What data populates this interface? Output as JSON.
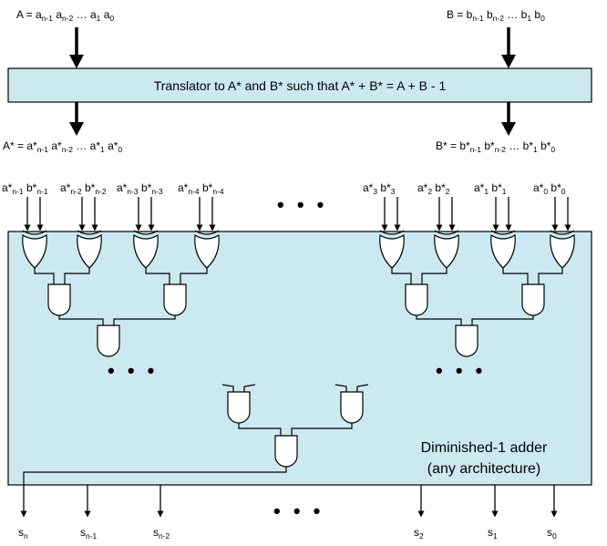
{
  "inputs": {
    "a": {
      "base": "A = a",
      "terms": [
        [
          "n-1",
          " a"
        ],
        [
          "n-2",
          " … a"
        ],
        [
          "1",
          " a"
        ],
        [
          "0",
          ""
        ]
      ]
    },
    "b": {
      "base": "B = b",
      "terms": [
        [
          "n-1",
          " b"
        ],
        [
          "n-2",
          " … b"
        ],
        [
          "1",
          " b"
        ],
        [
          "0",
          ""
        ]
      ]
    }
  },
  "translator": {
    "label": "Translator to A* and B* such that A* + B* = A + B - 1"
  },
  "translated": {
    "a": {
      "base": "A* = a*",
      "terms": [
        [
          "n-1",
          " a*"
        ],
        [
          "n-2",
          " … a*"
        ],
        [
          "1",
          " a*"
        ],
        [
          "0",
          ""
        ]
      ]
    },
    "b": {
      "base": "B* = b*",
      "terms": [
        [
          "n-1",
          " b*"
        ],
        [
          "n-2",
          " … b*"
        ],
        [
          "1",
          " b*"
        ],
        [
          "0",
          ""
        ]
      ]
    }
  },
  "bit_labels": [
    {
      "a_sub": "n-1",
      "b_sub": "n-1"
    },
    {
      "a_sub": "n-2",
      "b_sub": "n-2"
    },
    {
      "a_sub": "n-3",
      "b_sub": "n-3"
    },
    {
      "a_sub": "n-4",
      "b_sub": "n-4"
    },
    {
      "a_sub": "3",
      "b_sub": "3"
    },
    {
      "a_sub": "2",
      "b_sub": "2"
    },
    {
      "a_sub": "1",
      "b_sub": "1"
    },
    {
      "a_sub": "0",
      "b_sub": "0"
    }
  ],
  "outputs": [
    {
      "base": "s",
      "sub": "n"
    },
    {
      "base": "s",
      "sub": "n-1"
    },
    {
      "base": "s",
      "sub": "n-2"
    },
    {
      "base": "s",
      "sub": "2"
    },
    {
      "base": "s",
      "sub": "1"
    },
    {
      "base": "s",
      "sub": "0"
    }
  ],
  "adder_note": {
    "line1": "Diminished-1 adder",
    "line2": "(any architecture)"
  },
  "ellipsis": "• • •",
  "colors": {
    "box_fill": "#cce9f1",
    "stroke": "#000000",
    "gate_fill": "#ffffff"
  }
}
